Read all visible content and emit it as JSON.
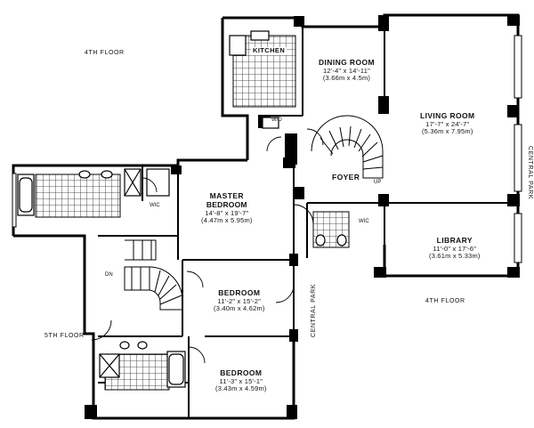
{
  "plan": {
    "labels": {
      "floor_4th_top": "4TH FLOOR",
      "floor_4th_right": "4TH FLOOR",
      "floor_5th": "5TH FLOOR",
      "central_park_right": "CENTRAL PARK",
      "central_park_bottom": "CENTRAL PARK",
      "foyer": "FOYER",
      "up": "UP",
      "dn": "DN",
      "wic_master": "WIC",
      "wic_hall": "WIC",
      "wic_kitchen": "W/D"
    },
    "rooms": {
      "kitchen": {
        "name": "KITCHEN"
      },
      "dining": {
        "name": "DINING ROOM",
        "dim_ft": "12'-4\" x 14'-11\"",
        "dim_m": "(3.66m x 4.5m)"
      },
      "living": {
        "name": "LIVING ROOM",
        "dim_ft": "17'-7\" x 24'-7\"",
        "dim_m": "(5.36m x 7.95m)"
      },
      "master": {
        "name": "MASTER",
        "name2": "BEDROOM",
        "dim_ft": "14'-8\" x 19'-7\"",
        "dim_m": "(4.47m x 5.95m)"
      },
      "library": {
        "name": "LIBRARY",
        "dim_ft": "11'-0\" x 17'-6\"",
        "dim_m": "(3.61m x 5.33m)"
      },
      "bedroom1": {
        "name": "BEDROOM",
        "dim_ft": "11'-2\" x 15'-2\"",
        "dim_m": "(3.40m x 4.62m)"
      },
      "bedroom2": {
        "name": "BEDROOM",
        "dim_ft": "11'-3\" x 15'-1\"",
        "dim_m": "(3.43m x 4.59m)"
      }
    }
  }
}
